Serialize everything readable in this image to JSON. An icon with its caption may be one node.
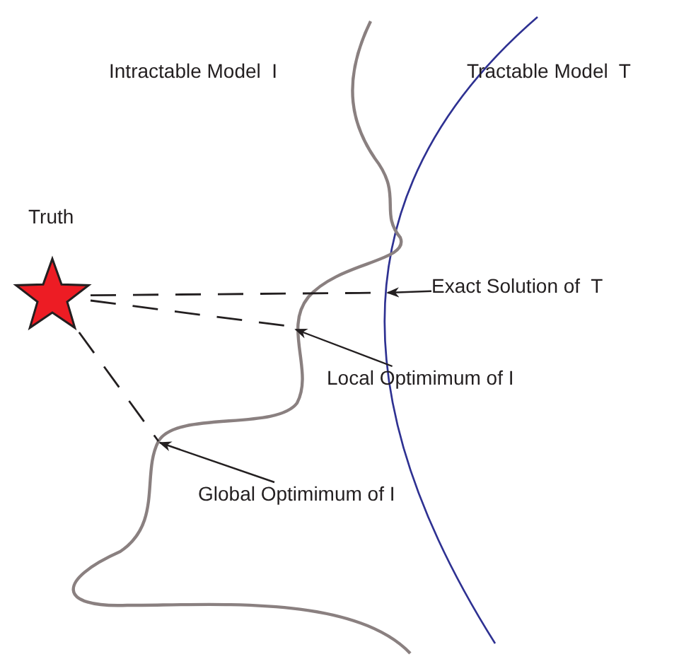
{
  "diagram": {
    "nodes": [
      {
        "text": [
          "Truth"
        ]
      },
      {
        "text": [
          "Exact Solution of  T"
        ]
      },
      {
        "text": [
          "Local Optimimum of I"
        ]
      },
      {
        "text": [
          "Global Optimimum of I"
        ]
      }
    ],
    "edges": [
      {
        "from": 0,
        "to": null,
        "arrow": "none",
        "style": "dashed"
      },
      {
        "from": 0,
        "to": null,
        "arrow": "none",
        "style": "dashed"
      },
      {
        "from": 0,
        "to": null,
        "arrow": "none",
        "style": "dashed"
      },
      {
        "from": 1,
        "to": null,
        "arrow": "to"
      },
      {
        "from": 2,
        "to": null,
        "arrow": "to"
      },
      {
        "from": 3,
        "to": null,
        "arrow": "to"
      }
    ],
    "labels": [
      "Intractable Model  I",
      "Tractable Model  T"
    ]
  }
}
